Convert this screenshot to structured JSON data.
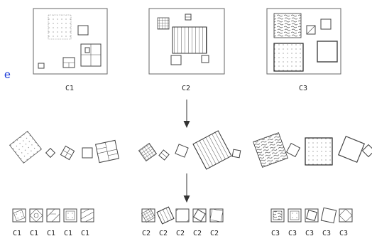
{
  "top_labels": [
    "C1",
    "C2",
    "C3"
  ],
  "bottom_labels": {
    "c1": [
      "C1",
      "C1",
      "C1",
      "C1",
      "C1"
    ],
    "c2": [
      "C2",
      "C2",
      "C2",
      "C2",
      "C2"
    ],
    "c3": [
      "C3",
      "C3",
      "C3",
      "C3",
      "C3"
    ]
  },
  "edge_glyph": "e"
}
